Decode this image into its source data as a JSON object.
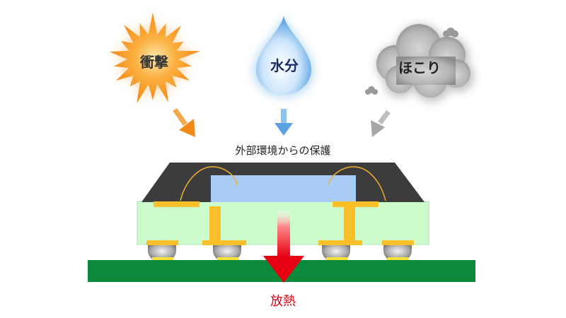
{
  "threats": {
    "impact": "衝撃",
    "moisture": "水分",
    "dust": "ほこり"
  },
  "protection_caption": "外部環境からの保護",
  "heat_caption": "放熱",
  "colors": {
    "impact_orange": "#f59420",
    "moisture_blue": "#6aaee6",
    "dust_gray": "#9a9a9a",
    "mold_black": "#3c3c3c",
    "die_blue": "#a8ccf5",
    "substrate_green": "#ccfccc",
    "copper_yellow": "#fbbf2a",
    "board_green": "#0c8a3c",
    "heat_red": "#e60012"
  }
}
